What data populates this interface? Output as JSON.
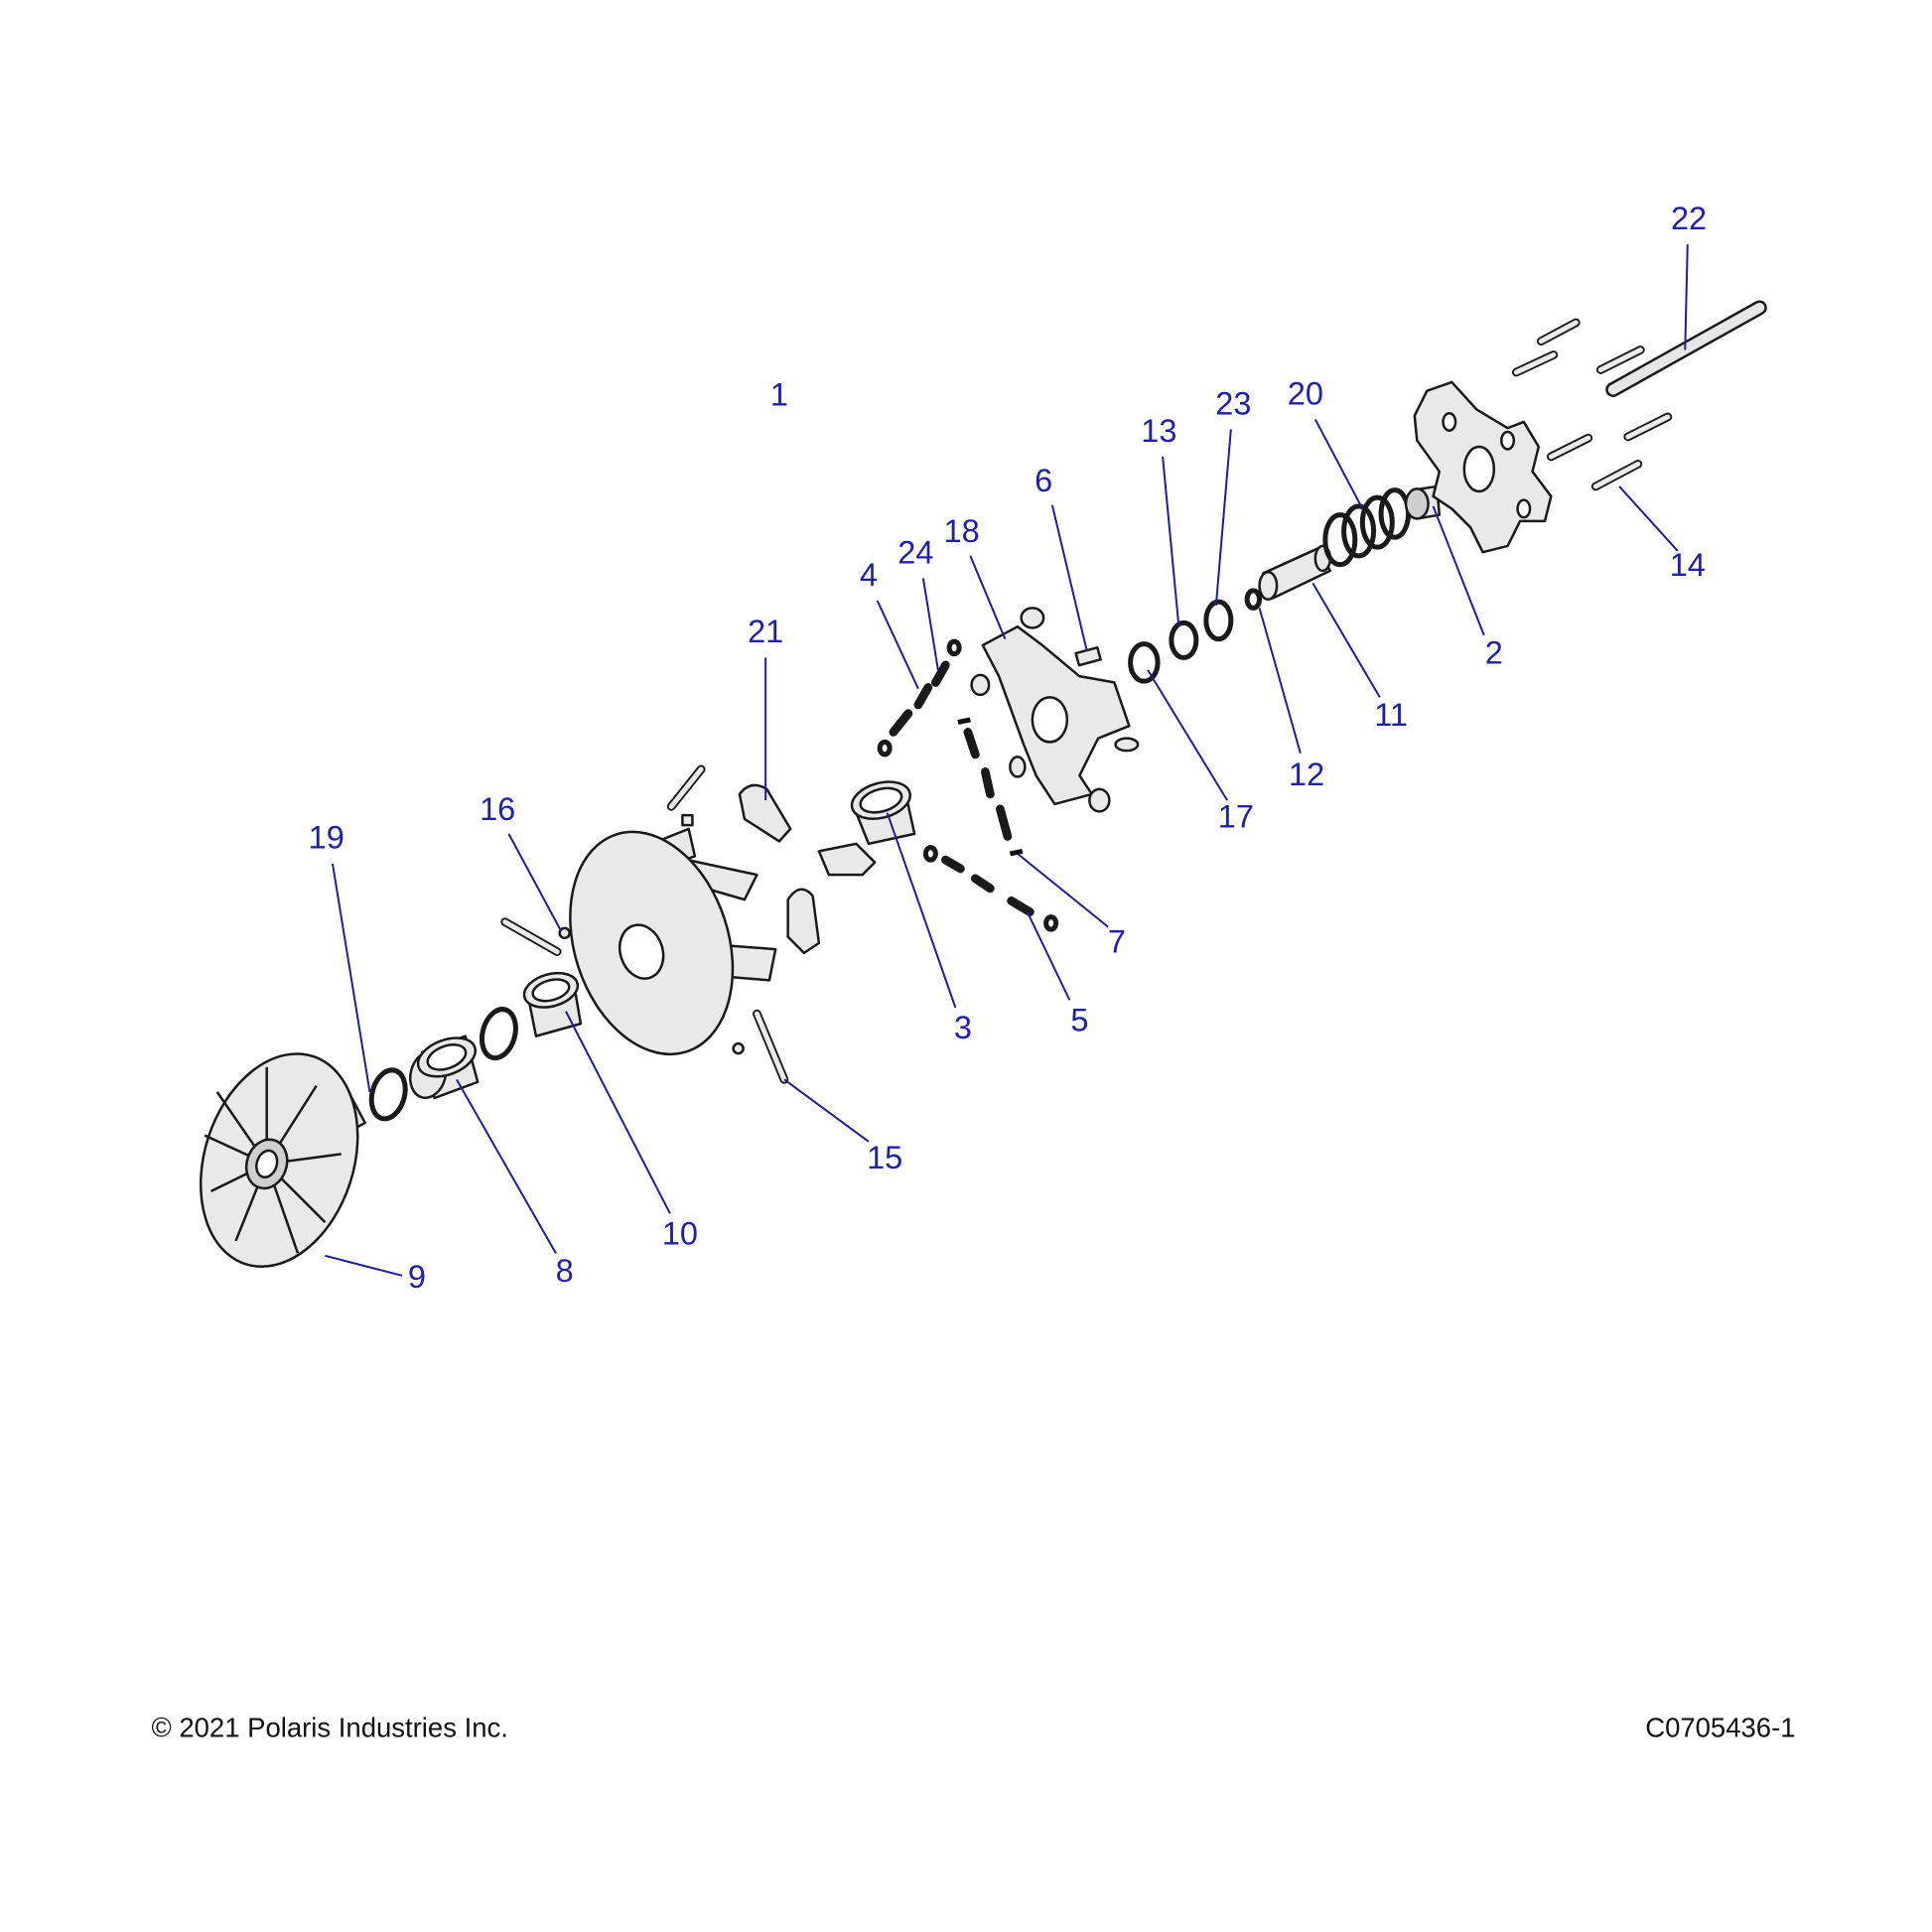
{
  "diagram": {
    "callouts": [
      "1",
      "2",
      "3",
      "4",
      "5",
      "6",
      "7",
      "8",
      "9",
      "10",
      "11",
      "12",
      "13",
      "14",
      "15",
      "16",
      "17",
      "18",
      "19",
      "20",
      "21",
      "22",
      "23",
      "24"
    ],
    "copyright": "© 2021 Polaris Industries Inc.",
    "drawing_number": "C0705436-1",
    "label_color": "#1f1fa8"
  }
}
